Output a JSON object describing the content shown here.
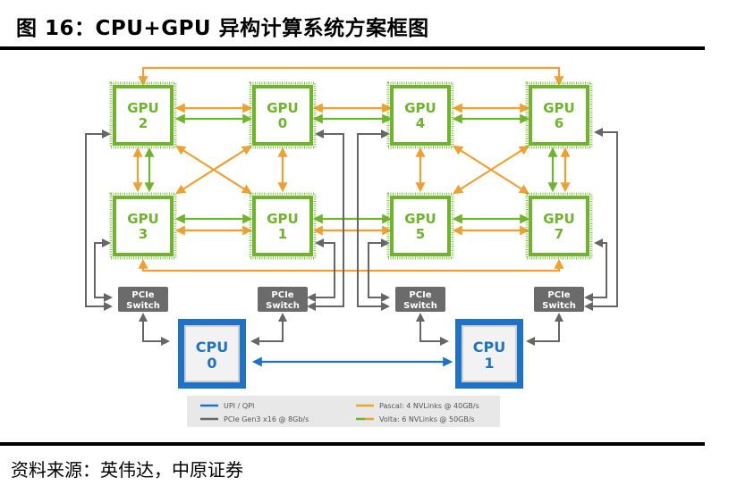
{
  "figure": {
    "title": "图 16：CPU+GPU 异构计算系统方案框图",
    "source": "资料来源：英伟达，中原证券"
  },
  "diagram": {
    "gpus": [
      {
        "id": "gpu2",
        "label": "GPU",
        "index": "2"
      },
      {
        "id": "gpu0",
        "label": "GPU",
        "index": "0"
      },
      {
        "id": "gpu4",
        "label": "GPU",
        "index": "4"
      },
      {
        "id": "gpu6",
        "label": "GPU",
        "index": "6"
      },
      {
        "id": "gpu3",
        "label": "GPU",
        "index": "3"
      },
      {
        "id": "gpu1",
        "label": "GPU",
        "index": "1"
      },
      {
        "id": "gpu5",
        "label": "GPU",
        "index": "5"
      },
      {
        "id": "gpu7",
        "label": "GPU",
        "index": "7"
      }
    ],
    "switches": [
      {
        "id": "switch-a",
        "line1": "PCIe",
        "line2": "Switch"
      },
      {
        "id": "switch-b",
        "line1": "PCIe",
        "line2": "Switch"
      },
      {
        "id": "switch-c",
        "line1": "PCIe",
        "line2": "Switch"
      },
      {
        "id": "switch-d",
        "line1": "PCIe",
        "line2": "Switch"
      }
    ],
    "cpus": [
      {
        "id": "cpu0",
        "label": "CPU",
        "index": "0"
      },
      {
        "id": "cpu1",
        "label": "CPU",
        "index": "1"
      }
    ],
    "legend": [
      {
        "label": "UPI / QPI",
        "color": "#1e73c8"
      },
      {
        "label": "PCIe Gen3 x16 @ 8Gb/s",
        "color": "#666666"
      },
      {
        "label": "Pascal: 4 NVLinks @ 40GB/s",
        "color": "#f0a030"
      },
      {
        "label": "Volta: 6 NVLinks @ 50GB/s",
        "color": "#6fb52c",
        "color2": "#f0a030"
      }
    ],
    "colors": {
      "nvlink_pascal": "#f0a030",
      "nvlink_volta": "#6fb52c",
      "pcie": "#666666",
      "upi": "#1e73c8",
      "gpu": "#6fb52c",
      "switch": "#6b6b6b"
    }
  }
}
